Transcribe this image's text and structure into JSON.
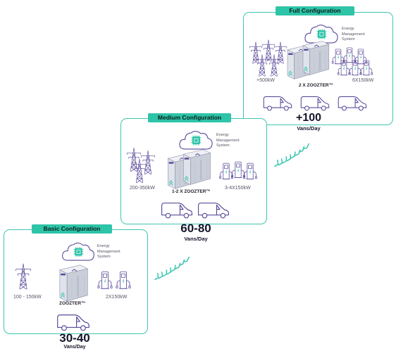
{
  "basic": {
    "title": "Basic Configuration",
    "ems_lines": [
      "Energy",
      "Management",
      "System"
    ],
    "grid": "100 - 150kW",
    "product": "ZOOZTER™",
    "chargers": "2X150kW",
    "vans": "30-40",
    "vans_unit": "Vans/Day"
  },
  "medium": {
    "title": "Medium Configuration",
    "ems_lines": [
      "Energy",
      "Management",
      "System"
    ],
    "grid": "200-350kW",
    "product": "1-2 X ZOOZTER™",
    "chargers": "3-4X150kW",
    "vans": "60-80",
    "vans_unit": "Vans/Day"
  },
  "full": {
    "title": "Full Configuration",
    "ems_lines": [
      "Energy",
      "Management",
      "System"
    ],
    "grid": "+500kW",
    "product": "2 X ZOOZTER™",
    "chargers": "6X150kW",
    "vans": "+100",
    "vans_unit": "Vans/Day"
  },
  "colors": {
    "accent": "#2ec4a8",
    "panel_border": "#3ec6b0",
    "icon_stroke": "#5b4a9a",
    "text": "#15152a"
  },
  "icons": [
    "power-pylon-icon",
    "cloud-chip-icon",
    "zoozter-unit-icon",
    "ev-charger-icon",
    "van-icon",
    "chevron-arrow-icon"
  ]
}
